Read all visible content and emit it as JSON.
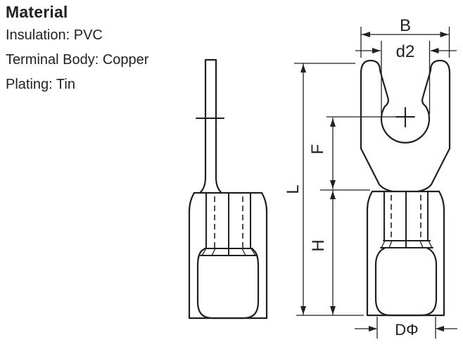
{
  "material": {
    "heading": "Material",
    "lines": [
      "Insulation: PVC",
      "Terminal Body: Copper",
      "Plating: Tin"
    ]
  },
  "dimensions": {
    "fork_width": "B",
    "stud_hole": "d2",
    "fork_length": "F",
    "total_length": "L",
    "barrel_length": "H",
    "insulation_diameter": "DΦ"
  },
  "colors": {
    "line": "#231f20",
    "background": "#ffffff"
  }
}
